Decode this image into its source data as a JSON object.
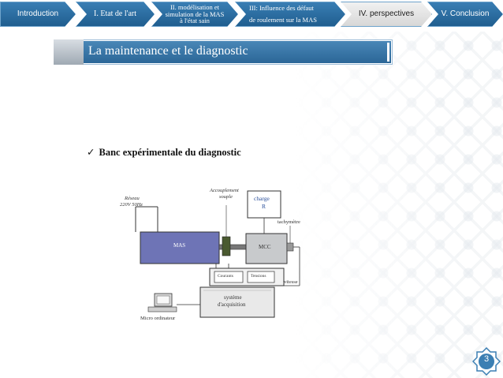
{
  "nav": {
    "items": [
      {
        "label": "Introduction",
        "active": false
      },
      {
        "label": "I. Etat de l'art",
        "active": false
      },
      {
        "lines": [
          "II. modélisation et",
          "simulation de la MAS",
          "à l'état sain"
        ],
        "active": false
      },
      {
        "lines": [
          "III: Influence des défaut",
          "de roulement sur la MAS"
        ],
        "active": false
      },
      {
        "label": "IV. perspectives",
        "active": true
      },
      {
        "label": "V. Conclusion",
        "active": false
      }
    ]
  },
  "section": {
    "title": "La maintenance et  le diagnostic"
  },
  "bullet": {
    "icon": "check-icon",
    "text": "Banc expérimentale du diagnostic"
  },
  "diagram": {
    "reseau": "Réseau",
    "voltage": "220V 50Hz",
    "accouplement_1": "Accouplement",
    "accouplement_2": "souple",
    "charge_1": "charge",
    "charge_2": "R",
    "tachymetre": "tachymètre",
    "mas": "MAS",
    "mcc": "MCC",
    "courants": "Courants",
    "tensions": "Tensions",
    "vitesse": "vitesse",
    "systeme_1": "système",
    "systeme_2": "d'acquisition",
    "micro": "Micro ordinateur"
  },
  "page": {
    "number": "3"
  },
  "colors": {
    "nav_blue": "#2a6596",
    "nav_active": "#e6e6e6",
    "badge": "#3b7fb3"
  }
}
